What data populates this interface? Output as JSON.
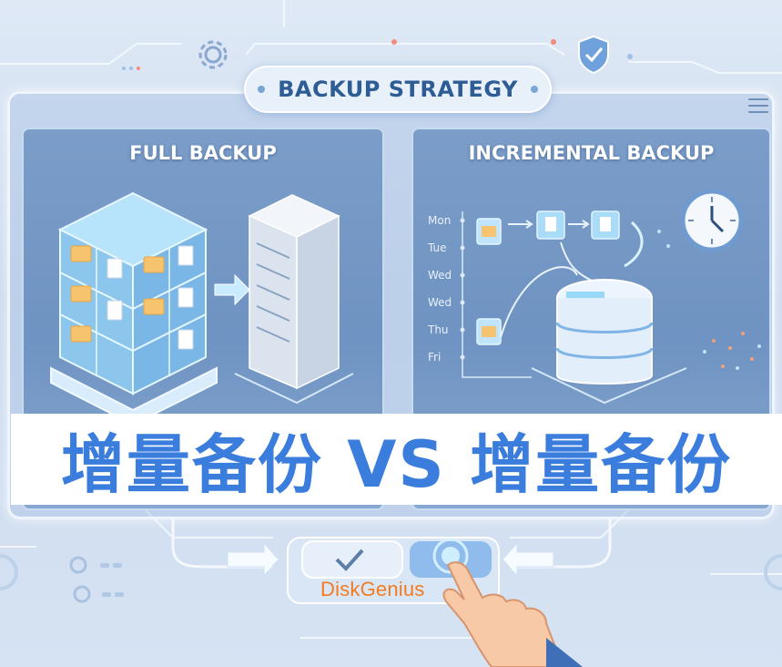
{
  "header": {
    "title": "BACKUP STRATEGY"
  },
  "panels": {
    "full": {
      "title": "FULL BACKUP"
    },
    "incremental": {
      "title": "INCREMENTAL BACKUP",
      "days": [
        "Mon",
        "Tue",
        "Wed",
        "Wed",
        "Thu",
        "Fri"
      ]
    }
  },
  "banner": {
    "text": "增量备份 VS 增量备份"
  },
  "watermark": {
    "text": "DiskGenius"
  },
  "icons": [
    "gear-icon",
    "shield-check-icon",
    "menu-icon",
    "clock-icon",
    "checkmark-icon",
    "arrow-right-icon",
    "arrow-left-icon",
    "folder-icon",
    "document-icon",
    "server-icon",
    "hand-pointer-icon"
  ],
  "colors": {
    "accent": "#3b7ddd",
    "title": "#2e5c95",
    "watermark": "#f47a22",
    "panel": "#7b9dc8"
  }
}
